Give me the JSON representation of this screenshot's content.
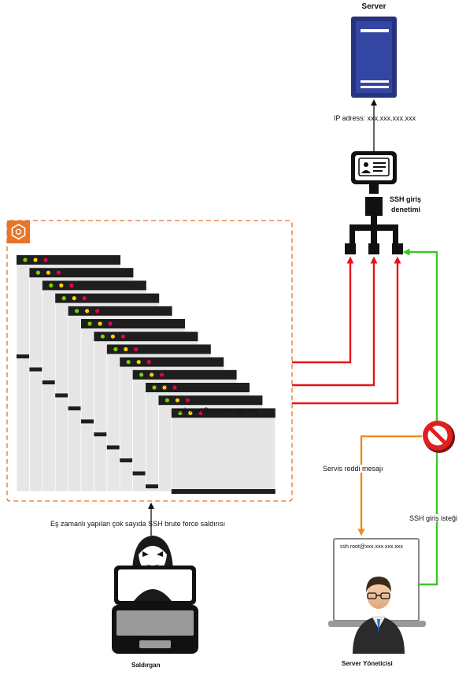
{
  "server": {
    "title": "Server",
    "ip_label": "IP adress: xxx.xxx.xxx.xxx",
    "icon": "server-icon",
    "color": "#27337d"
  },
  "ssh_check": {
    "label_line1": "SSH giriş",
    "label_line2": "denetimi",
    "icon": "id-card-monitor-icon"
  },
  "attack_group": {
    "icon": "aws-group-icon",
    "accent": "#e8742a",
    "terminal_window_count": 13,
    "terminal_dot_colors": [
      "#7fd000",
      "#ffd000",
      "#e8004f"
    ],
    "command": "ssh root@xxx.xxx.xxx.xxx"
  },
  "attack_caption": "Eş zamanlı yapılan çok sayıda SSH brute force saldırısı",
  "attacker": {
    "label": "Saldırgan",
    "icon": "hacker-laptop-icon"
  },
  "admin": {
    "label": "Server Yöneticisi",
    "icon": "admin-laptop-icon",
    "screen_text": "ssh root@xxx.xxx.xxx.xxx"
  },
  "flows": {
    "reject_label": "Servis reddi mesajı",
    "request_label": "SSH giriş isteği",
    "attack_color": "#e8141a",
    "request_color": "#3ec62a",
    "reject_color": "#f08a1e",
    "block_icon": "prohibited-icon"
  }
}
